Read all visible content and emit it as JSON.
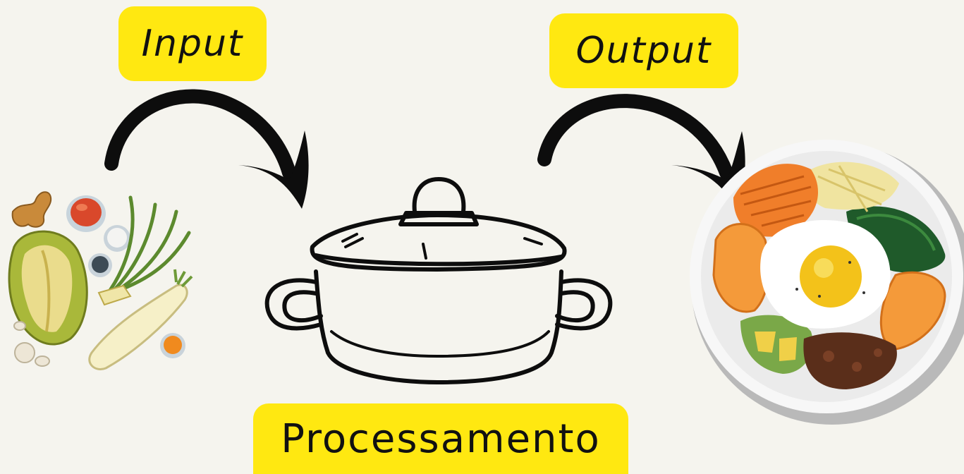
{
  "labels": {
    "input": "Input",
    "output": "Output",
    "processing": "Processamento"
  },
  "colors": {
    "background": "#f5f4ee",
    "label_fill": "#ffe811",
    "arrow": "#0d0d0d"
  },
  "icons": [
    "ingredients-illustration",
    "cooking-pot-icon",
    "bibimbap-bowl-illustration",
    "curved-arrow-icon"
  ]
}
